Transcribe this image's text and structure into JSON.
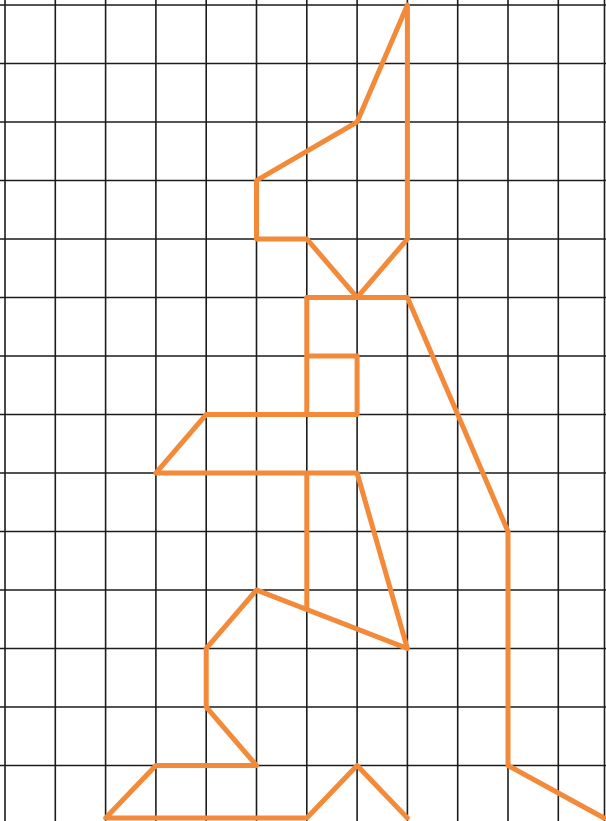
{
  "diagram": {
    "type": "grid-drawing",
    "grid": {
      "columns": 12,
      "rows": 14,
      "line_color": "#1c1c1c",
      "background": "#ffffff"
    },
    "figure": {
      "stroke_color": "#f28a3a",
      "segments": [
        [
          [
            8,
            0
          ],
          [
            8,
            4
          ],
          [
            7,
            5
          ],
          [
            6,
            4
          ],
          [
            5,
            4
          ],
          [
            5,
            3
          ],
          [
            7,
            2
          ],
          [
            8,
            0
          ]
        ],
        [
          [
            6,
            5
          ],
          [
            8,
            5
          ],
          [
            10,
            9
          ],
          [
            10,
            13
          ],
          [
            12,
            14
          ]
        ],
        [
          [
            6,
            5
          ],
          [
            6,
            7
          ]
        ],
        [
          [
            6,
            6
          ],
          [
            7,
            6
          ],
          [
            7,
            7
          ],
          [
            4,
            7
          ],
          [
            3,
            8
          ],
          [
            7,
            8
          ],
          [
            8,
            11
          ],
          [
            5,
            10
          ],
          [
            4,
            11
          ],
          [
            4,
            12
          ],
          [
            5,
            13
          ],
          [
            3,
            13
          ],
          [
            2,
            14
          ],
          [
            6,
            14
          ],
          [
            7,
            13
          ],
          [
            8,
            14
          ]
        ],
        [
          [
            6,
            8
          ],
          [
            6,
            10.3
          ]
        ]
      ]
    }
  }
}
